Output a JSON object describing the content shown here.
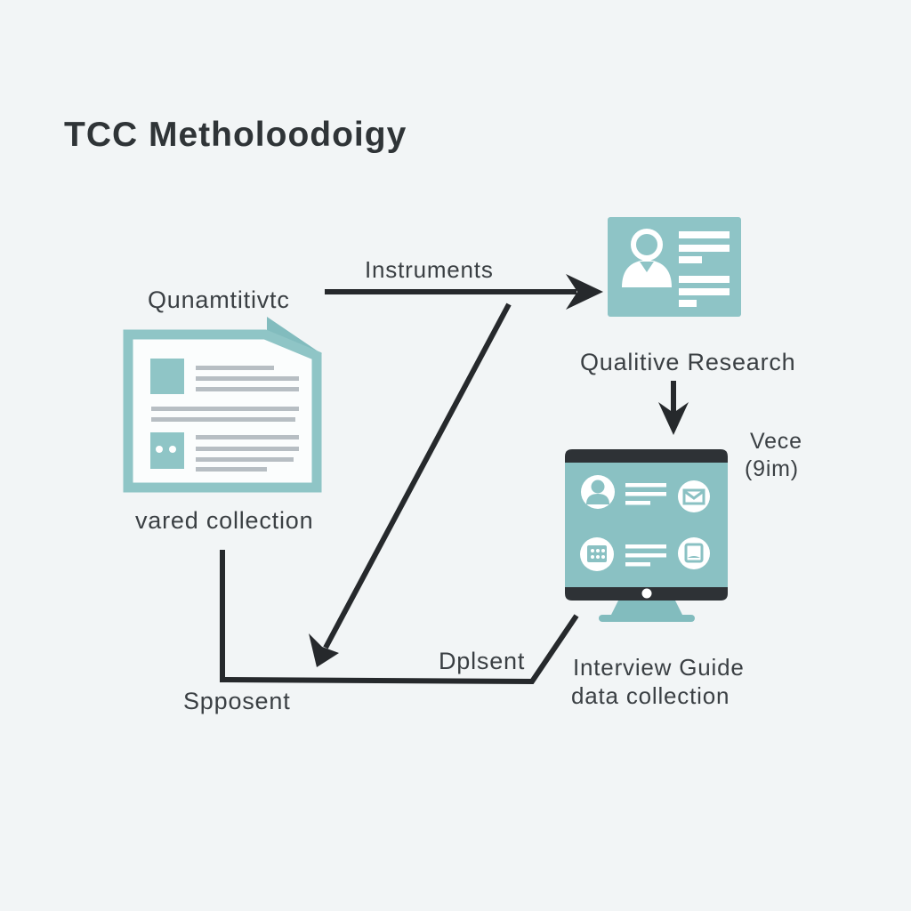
{
  "title": "TCC Metholoodoigy",
  "colors": {
    "background": "#f2f5f6",
    "teal": "#8fc5c6",
    "teal_dark": "#82bcbe",
    "dark": "#2b2f33",
    "text": "#3a3f43",
    "line_gray": "#b7bec3",
    "white": "#ffffff"
  },
  "nodes": {
    "quantitative": {
      "label": "Qunamtitivtc",
      "caption": "vared collection",
      "icon": "document-icon"
    },
    "qualitative": {
      "label": "Qualitive Research",
      "icon": "id-card-icon"
    },
    "interview": {
      "icon": "monitor-icon",
      "side_note_line1": "Vece",
      "side_note_line2": "(9im)",
      "caption_line1": "Interview Guide",
      "caption_line2": "data collection"
    }
  },
  "edges": {
    "instruments_label": "Instruments",
    "dplsent_label": "Dplsent",
    "spposent_label": "Spposent"
  }
}
